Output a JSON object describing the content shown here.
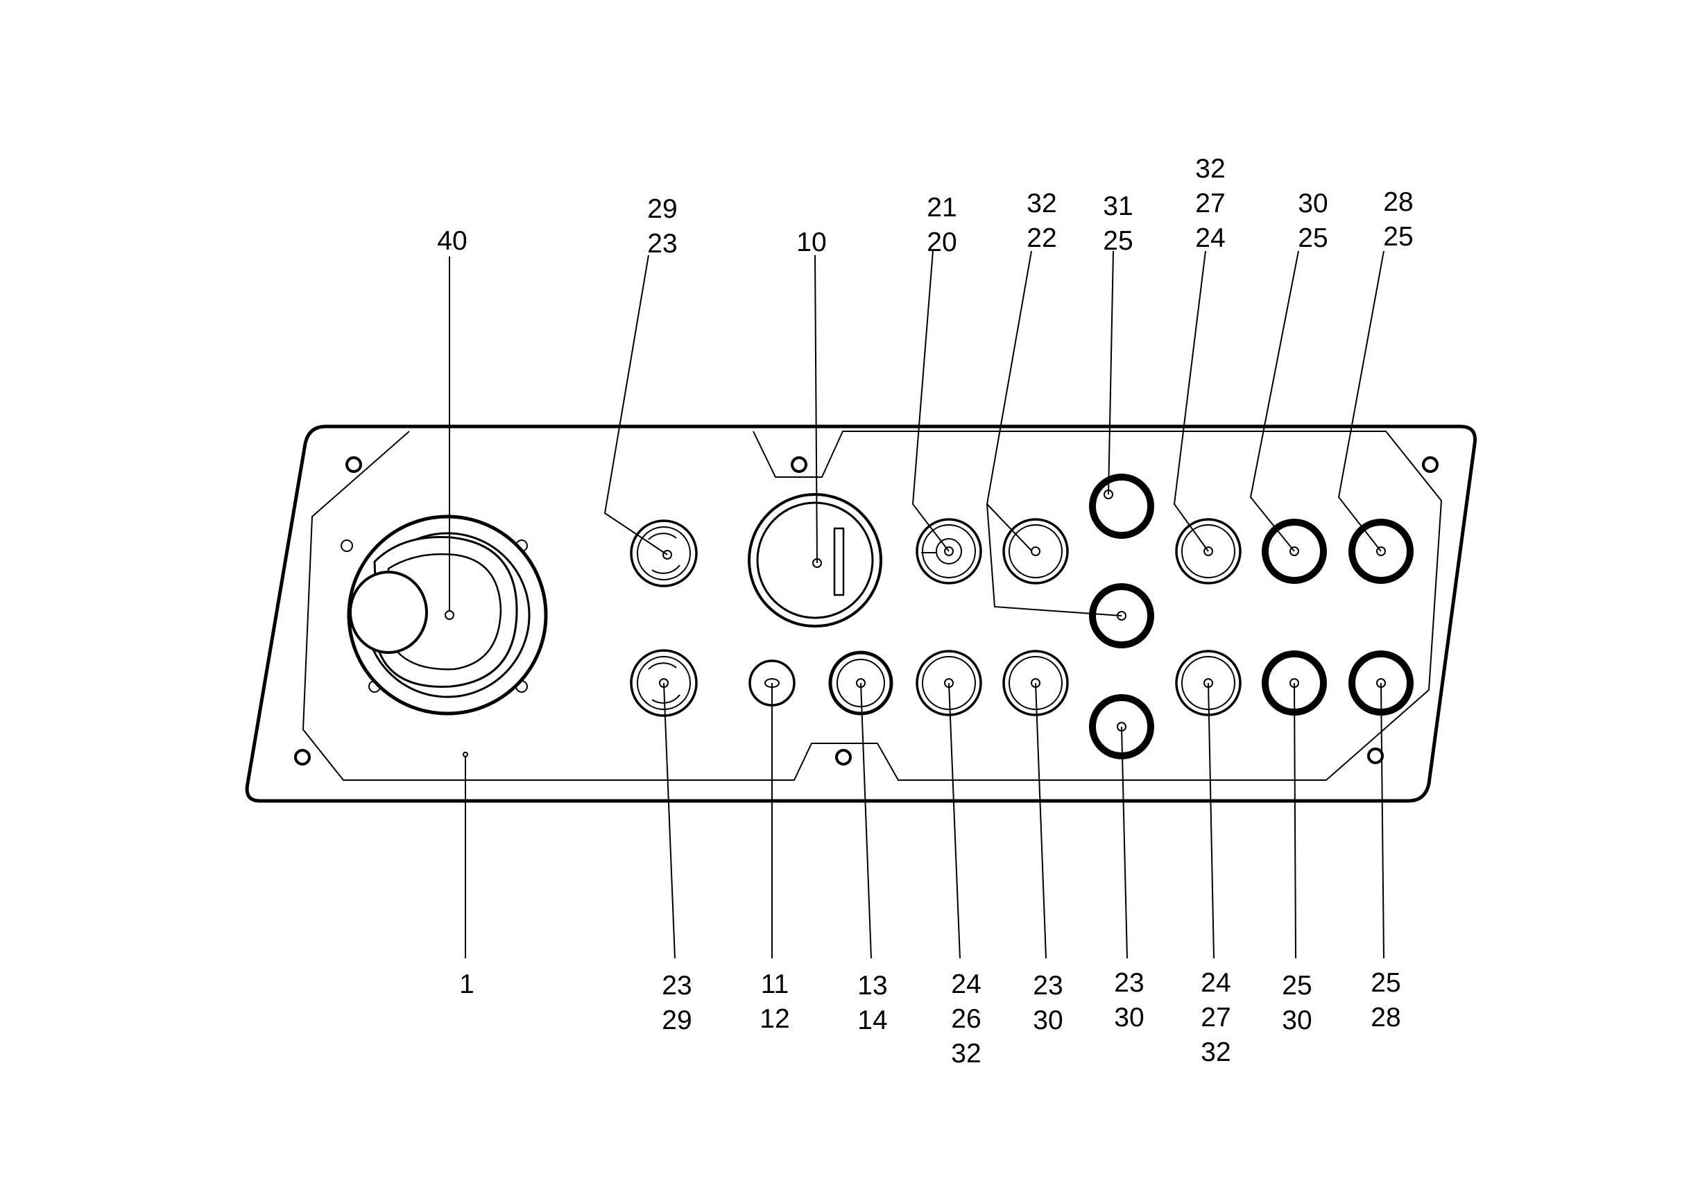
{
  "callouts": {
    "joystick": "40",
    "base_panel": "1",
    "key_switch": "10",
    "top_left_knob": [
      "29",
      "23"
    ],
    "bottom_left_knob": [
      "23",
      "29"
    ],
    "small_button": [
      "11",
      "12"
    ],
    "button_13": [
      "13",
      "14"
    ],
    "top_knob_a": [
      "21",
      "20"
    ],
    "top_knob_b": [
      "32",
      "22"
    ],
    "top_knob_thick": [
      "31",
      "25"
    ],
    "top_knob_c": [
      "32",
      "27",
      "24"
    ],
    "top_knob_d": [
      "30",
      "25"
    ],
    "top_knob_e": [
      "28",
      "25"
    ],
    "bottom_knob_a": [
      "24",
      "26",
      "32"
    ],
    "bottom_knob_b": [
      "23",
      "30"
    ],
    "bottom_knob_thick": [
      "23",
      "30"
    ],
    "bottom_knob_c": [
      "24",
      "27",
      "32"
    ],
    "bottom_knob_d": [
      "25",
      "30"
    ],
    "bottom_knob_e": [
      "25",
      "28"
    ]
  }
}
